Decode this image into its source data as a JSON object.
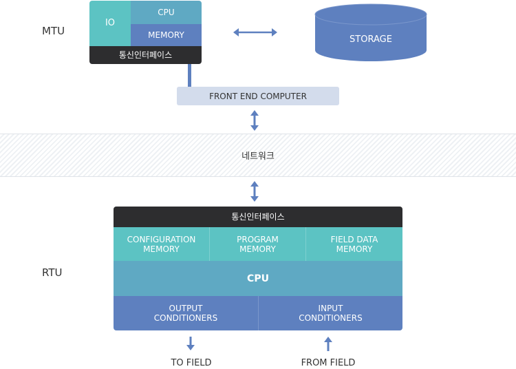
{
  "mtu": {
    "label": "MTU",
    "io": "IO",
    "cpu": "CPU",
    "memory": "MEMORY",
    "comm_interface": "통신인터페이스",
    "storage": "STORAGE",
    "front_end": "FRONT END COMPUTER"
  },
  "network": {
    "label": "네트워크"
  },
  "rtu": {
    "label": "RTU",
    "comm_interface": "통신인터페이스",
    "config_memory": "CONFIGURATION\nMEMORY",
    "program_memory": "PROGRAM\nMEMORY",
    "field_data_memory": "FIELD DATA\nMEMORY",
    "cpu": "CPU",
    "output_conditioners": "OUTPUT\nCONDITIONERS",
    "input_conditioners": "INPUT\nCONDITIONERS",
    "to_field": "TO FIELD",
    "from_field": "FROM FIELD"
  },
  "colors": {
    "dark": "#2d2d2f",
    "teal": "#5cc3c3",
    "cyan": "#5fa9c3",
    "blue": "#5e80bf",
    "light_blue": "#d3dcec"
  }
}
